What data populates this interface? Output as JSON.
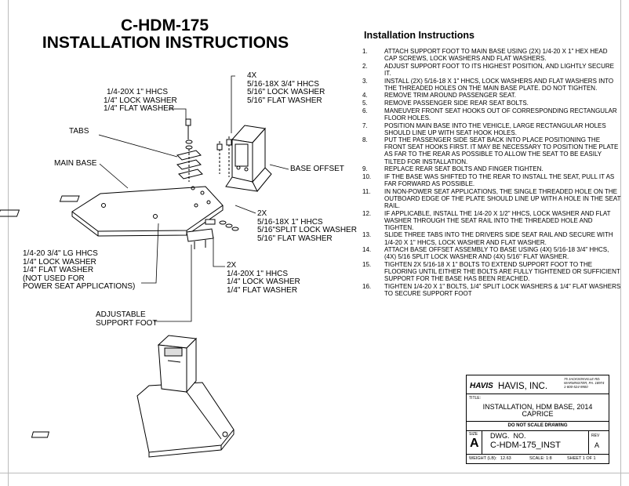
{
  "header": {
    "part_number": "C-HDM-175",
    "title": "INSTALLATION INSTRUCTIONS"
  },
  "callouts": {
    "hhcs_top": "1/4-20X 1\" HHCS\n1/4\" LOCK WASHER\n1/4\" FLAT WASHER",
    "bolts_4x": "4X\n5/16-18X 3/4\" HHCS\n5/16\" LOCK WASHER\n5/16\" FLAT WASHER",
    "tabs": "TABS",
    "main_base": "MAIN BASE",
    "base_offset": "BASE OFFSET",
    "bolts_2x_516": "2X\n5/16-18X 1\" HHCS\n5/16\"SPLIT LOCK WASHER\n5/16\" FLAT WASHER",
    "hhcs_lg": "1/4-20 3/4\" LG HHCS\n1/4\" LOCK WASHER\n1/4\" FLAT WASHER\n(NOT USED FOR\nPOWER SEAT APPLICATIONS)",
    "bolts_2x_14": "2X\n1/4-20X 1\" HHCS\n1/4\" LOCK WASHER\n1/4\" FLAT WASHER",
    "adjustable_foot": "ADJUSTABLE\nSUPPORT FOOT"
  },
  "instructions": {
    "heading": "Installation Instructions",
    "steps": [
      {
        "n": "1.",
        "text": "ATTACH SUPPORT FOOT TO MAIN BASE USING (2X) 1/4-20 X 1\" HEX HEAD CAP SCREWS, LOCK WASHERS AND FLAT WASHERS."
      },
      {
        "n": "2.",
        "text": "ADJUST SUPPORT FOOT TO ITS HIGHEST POSITION, AND LIGHTLY SECURE IT."
      },
      {
        "n": "3.",
        "text": "INSTALL (2X) 5/16-18 X 1\" HHCS, LOCK WASHERS AND FLAT WASHERS INTO THE THREADED HOLES ON THE MAIN BASE PLATE. DO NOT TIGHTEN."
      },
      {
        "n": "4.",
        "text": "REMOVE TRIM AROUND PASSENGER SEAT."
      },
      {
        "n": "5.",
        "text": "REMOVE PASSENGER SIDE REAR SEAT BOLTS."
      },
      {
        "n": "6.",
        "text": "MANEUVER FRONT SEAT HOOKS OUT OF CORRESPONDING RECTANGULAR FLOOR HOLES."
      },
      {
        "n": "7.",
        "text": "POSITION MAIN BASE INTO THE VEHICLE, LARGE RECTANGULAR HOLES SHOULD LINE UP WITH SEAT HOOK HOLES."
      },
      {
        "n": "8.",
        "text": "PUT THE PASSENGER SIDE SEAT BACK INTO PLACE POSITIONING THE FRONT SEAT HOOKS FIRST. IT MAY BE NECESSARY TO POSITION THE PLATE AS FAR TO THE REAR AS POSSIBLE TO ALLOW THE SEAT TO BE EASILY TILTED FOR INSTALLATION."
      },
      {
        "n": "9.",
        "text": "REPLACE REAR SEAT BOLTS AND FINGER TIGHTEN."
      },
      {
        "n": "10.",
        "text": "IF THE BASE WAS SHIFTED TO THE REAR TO INSTALL THE SEAT, PULL IT AS FAR FORWARD AS POSSIBLE."
      },
      {
        "n": "11.",
        "text": "IN NON-POWER SEAT APPLICATIONS, THE SINGLE THREADED HOLE ON THE OUTBOARD EDGE OF THE PLATE SHOULD LINE UP WITH A HOLE IN THE SEAT RAIL."
      },
      {
        "n": "12.",
        "text": "IF APPLICABLE, INSTALL THE 1/4-20 X 1/2\" HHCS, LOCK WASHER AND FLAT WASHER THROUGH THE SEAT RAIL INTO THE THREADED HOLE AND TIGHTEN."
      },
      {
        "n": "13.",
        "text": "SLIDE THREE TABS INTO THE DRIVERS SIDE SEAT RAIL AND SECURE WITH 1/4-20 X 1\" HHCS, LOCK WASHER AND FLAT WASHER."
      },
      {
        "n": "14.",
        "text": "ATTACH BASE OFFSET ASSEMBLY TO BASE USING (4X) 5/16-18 3/4\" HHCS, (4X) 5/16 SPLIT LOCK WASHER AND (4X) 5/16\" FLAT WASHER."
      },
      {
        "n": "15.",
        "text": "TIGHTEN 2X 5/16-18 X 1\" BOLTS TO EXTEND SUPPORT FOOT TO THE FLOORING UNTIL EITHER THE BOLTS ARE FULLY TIGHTENED OR SUFFICIENT SUPPORT FOR THE BASE HAS BEEN REACHED."
      },
      {
        "n": "16.",
        "text": "TIGHTEN 1/4-20 X 1\" BOLTS, 1/4\" SPLIT LOCK WASHERS & 1/4\" FLAT WASHERS TO SECURE SUPPORT FOOT"
      }
    ]
  },
  "title_block": {
    "logo": "HAVIS",
    "company": "HAVIS, INC.",
    "address": "75 JACKSONVILLE RD.\nWARMINSTER, PA. 18974\n1-800-524-9900",
    "title_label": "TITLE:",
    "title_line1": "INSTALLATION, HDM BASE, 2014",
    "title_line2": "CAPRICE",
    "notice": "DO NOT SCALE DRAWING",
    "size_label": "SIZE",
    "size": "A",
    "dwg_label": "DWG.  NO.",
    "dwg_no": "C-HDM-175_INST",
    "rev_label": "REV",
    "rev": "A",
    "weight": "WEIGHT (LB):   12.63",
    "scale": "SCALE: 1:8",
    "sheet": "SHEET 1 OF 1"
  }
}
